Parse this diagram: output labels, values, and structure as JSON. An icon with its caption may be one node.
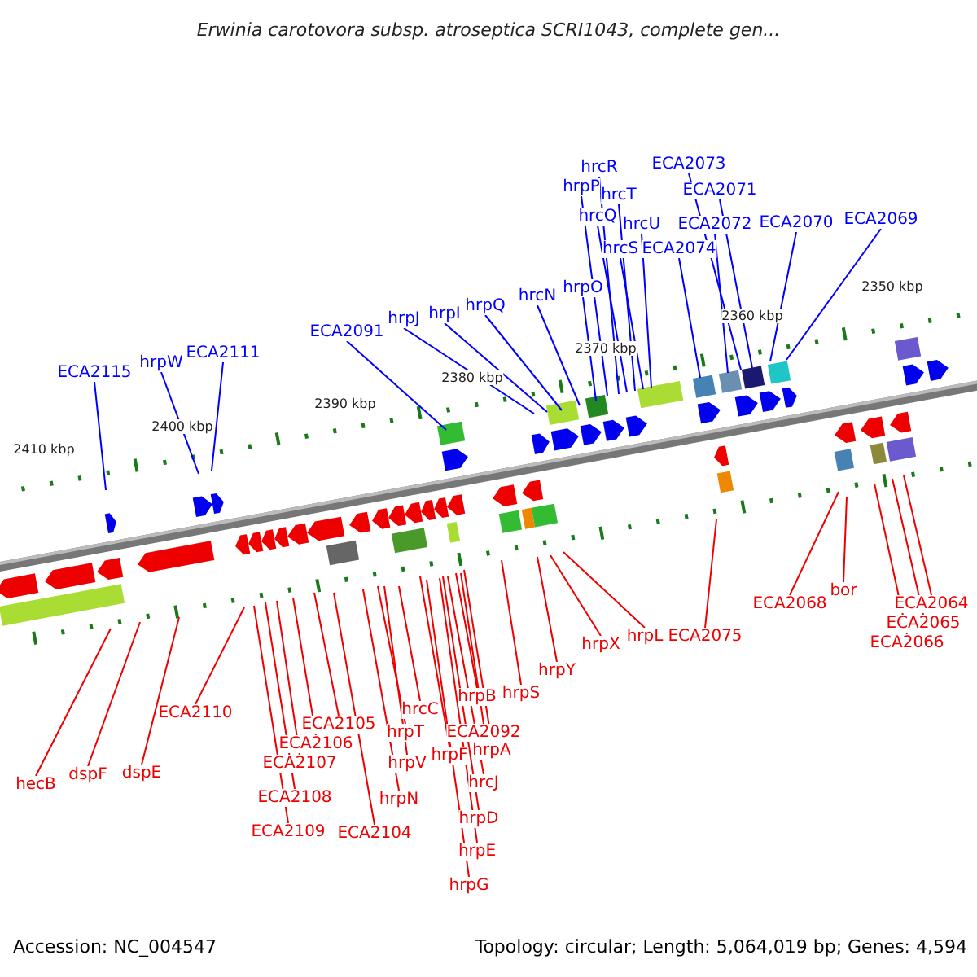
{
  "diagram": {
    "title": "Erwinia carotovora subsp. atroseptica SCRI1043, complete gen...",
    "nodes": [
      {
        "text": [
          "ECA2115"
        ]
      },
      {
        "text": [
          "hrpW"
        ]
      },
      {
        "text": [
          "ECA2111"
        ]
      },
      {
        "text": [
          "ECA2091"
        ]
      },
      {
        "text": [
          "hrpJ"
        ]
      },
      {
        "text": [
          "hrpI"
        ]
      },
      {
        "text": [
          "hrpQ"
        ]
      },
      {
        "text": [
          "hrcN"
        ]
      },
      {
        "text": [
          "hrpP"
        ]
      },
      {
        "text": [
          "hrpO"
        ]
      },
      {
        "text": [
          "hrcR"
        ]
      },
      {
        "text": [
          "hrcQ"
        ]
      },
      {
        "text": [
          "hrcT"
        ]
      },
      {
        "text": [
          "hrcS"
        ]
      },
      {
        "text": [
          "hrcU"
        ]
      },
      {
        "text": [
          "ECA2074"
        ]
      },
      {
        "text": [
          "ECA2073"
        ]
      },
      {
        "text": [
          "ECA2072"
        ]
      },
      {
        "text": [
          "ECA2071"
        ]
      },
      {
        "text": [
          "ECA2070"
        ]
      },
      {
        "text": [
          "ECA2069"
        ]
      },
      {
        "text": [
          "hecB"
        ]
      },
      {
        "text": [
          "dspF"
        ]
      },
      {
        "text": [
          "dspE"
        ]
      },
      {
        "text": [
          "ECA2110"
        ]
      },
      {
        "text": [
          "ECA2105"
        ]
      },
      {
        "text": [
          "ECA2106"
        ]
      },
      {
        "text": [
          "ECA2107"
        ]
      },
      {
        "text": [
          "ECA2108"
        ]
      },
      {
        "text": [
          "ECA2109"
        ]
      },
      {
        "text": [
          "ECA2104"
        ]
      },
      {
        "text": [
          "hrcC"
        ]
      },
      {
        "text": [
          "hrpT"
        ]
      },
      {
        "text": [
          "hrpV"
        ]
      },
      {
        "text": [
          "hrpN"
        ]
      },
      {
        "text": [
          "hrpF"
        ]
      },
      {
        "text": [
          "hrpB"
        ]
      },
      {
        "text": [
          "ECA2092"
        ]
      },
      {
        "text": [
          "hrpA"
        ]
      },
      {
        "text": [
          "hrcJ"
        ]
      },
      {
        "text": [
          "hrpD"
        ]
      },
      {
        "text": [
          "hrpE"
        ]
      },
      {
        "text": [
          "hrpG"
        ]
      },
      {
        "text": [
          "hrpS"
        ]
      },
      {
        "text": [
          "hrpY"
        ]
      },
      {
        "text": [
          "hrpX"
        ]
      },
      {
        "text": [
          "hrpL"
        ]
      },
      {
        "text": [
          "ECA2075"
        ]
      },
      {
        "text": [
          "ECA2068"
        ]
      },
      {
        "text": [
          "bor"
        ]
      },
      {
        "text": [
          "ECA2064"
        ]
      },
      {
        "text": [
          "ECA2065"
        ]
      },
      {
        "text": [
          "ECA2066"
        ]
      }
    ],
    "edges": [
      {
        "from": 0,
        "to": null,
        "arrow": "none",
        "color": "#0000ff"
      },
      {
        "from": 1,
        "to": null,
        "arrow": "none",
        "color": "#0000ff"
      },
      {
        "from": 2,
        "to": null,
        "arrow": "none",
        "color": "#0000ff"
      },
      {
        "from": 3,
        "to": null,
        "arrow": "none",
        "color": "#0000ff"
      },
      {
        "from": 4,
        "to": null,
        "arrow": "none",
        "color": "#0000ff"
      },
      {
        "from": 5,
        "to": null,
        "arrow": "none",
        "color": "#0000ff"
      },
      {
        "from": 6,
        "to": null,
        "arrow": "none",
        "color": "#0000ff"
      },
      {
        "from": 7,
        "to": null,
        "arrow": "none",
        "color": "#0000ff"
      },
      {
        "from": 8,
        "to": null,
        "arrow": "none",
        "color": "#0000ff"
      },
      {
        "from": 9,
        "to": null,
        "arrow": "none",
        "color": "#0000ff"
      },
      {
        "from": 10,
        "to": null,
        "arrow": "none",
        "color": "#0000ff"
      },
      {
        "from": 11,
        "to": null,
        "arrow": "none",
        "color": "#0000ff"
      },
      {
        "from": 12,
        "to": null,
        "arrow": "none",
        "color": "#0000ff"
      },
      {
        "from": 13,
        "to": null,
        "arrow": "none",
        "color": "#0000ff"
      },
      {
        "from": 14,
        "to": null,
        "arrow": "none",
        "color": "#0000ff"
      },
      {
        "from": 15,
        "to": null,
        "arrow": "none",
        "color": "#0000ff"
      },
      {
        "from": 16,
        "to": null,
        "arrow": "none",
        "color": "#0000ff"
      },
      {
        "from": 17,
        "to": null,
        "arrow": "none",
        "color": "#0000ff"
      },
      {
        "from": 18,
        "to": null,
        "arrow": "none",
        "color": "#0000ff"
      },
      {
        "from": 19,
        "to": null,
        "arrow": "none",
        "color": "#0000ff"
      },
      {
        "from": 20,
        "to": null,
        "arrow": "none",
        "color": "#0000ff"
      },
      {
        "from": 21,
        "to": null,
        "arrow": "none"
      },
      {
        "from": 22,
        "to": null,
        "arrow": "none"
      },
      {
        "from": 23,
        "to": null,
        "arrow": "none"
      },
      {
        "from": 24,
        "to": null,
        "arrow": "none"
      },
      {
        "from": 25,
        "to": null,
        "arrow": "none"
      },
      {
        "from": 26,
        "to": null,
        "arrow": "none"
      },
      {
        "from": 27,
        "to": null,
        "arrow": "none"
      },
      {
        "from": 28,
        "to": null,
        "arrow": "none"
      },
      {
        "from": 29,
        "to": null,
        "arrow": "none"
      },
      {
        "from": 30,
        "to": null,
        "arrow": "none"
      },
      {
        "from": 31,
        "to": null,
        "arrow": "none"
      },
      {
        "from": 32,
        "to": null,
        "arrow": "none"
      },
      {
        "from": 33,
        "to": null,
        "arrow": "none"
      },
      {
        "from": 34,
        "to": null,
        "arrow": "none"
      },
      {
        "from": 35,
        "to": null,
        "arrow": "none"
      },
      {
        "from": 36,
        "to": null,
        "arrow": "none"
      },
      {
        "from": 37,
        "to": null,
        "arrow": "none"
      },
      {
        "from": 38,
        "to": null,
        "arrow": "none"
      },
      {
        "from": 39,
        "to": null,
        "arrow": "none"
      },
      {
        "from": 40,
        "to": null,
        "arrow": "none"
      },
      {
        "from": 41,
        "to": null,
        "arrow": "none"
      },
      {
        "from": 42,
        "to": null,
        "arrow": "none"
      },
      {
        "from": 43,
        "to": null,
        "arrow": "none"
      },
      {
        "from": 44,
        "to": null,
        "arrow": "none"
      },
      {
        "from": 45,
        "to": null,
        "arrow": "none"
      },
      {
        "from": 46,
        "to": null,
        "arrow": "none"
      },
      {
        "from": 47,
        "to": null,
        "arrow": "none"
      },
      {
        "from": 48,
        "to": null,
        "arrow": "none"
      },
      {
        "from": 49,
        "to": null,
        "arrow": "none"
      },
      {
        "from": 50,
        "to": null,
        "arrow": "none"
      },
      {
        "from": 51,
        "to": null,
        "arrow": "none"
      },
      {
        "from": 52,
        "to": null,
        "arrow": "none"
      }
    ],
    "labels": [
      "2410 kbp",
      "2400 kbp",
      "2390 kbp",
      "2380 kbp",
      "2370 kbp",
      "2360 kbp",
      "2350 kbp",
      "Accession: NC_004547",
      "Topology: circular; Length: 5,064,019 bp; Genes: 4,594"
    ]
  }
}
